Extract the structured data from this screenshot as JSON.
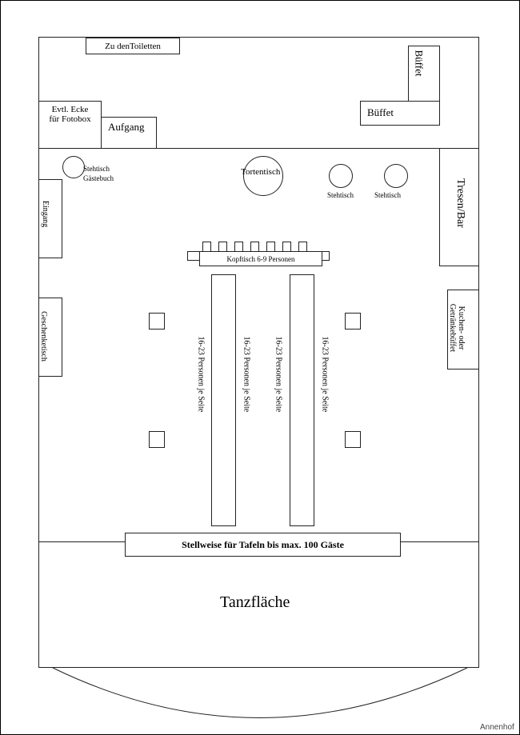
{
  "labels": {
    "toilets": "Zu denToiletten",
    "buffet_vertical": "Büffet",
    "buffet_horizontal": "Büffet",
    "photo_corner_line1": "Evtl. Ecke",
    "photo_corner_line2": "für Fotobox",
    "stairs": "Aufgang",
    "guestbook_line1": "Stehtisch",
    "guestbook_line2": "Gästebuch",
    "cake_table": "Tortentisch",
    "standing_table_1": "Stehtisch",
    "standing_table_2": "Stehtisch",
    "bar": "Tresen/Bar",
    "entrance": "Eingang",
    "head_table": "Kopftisch 6-9 Personen",
    "gift_table": "Geschenketisch",
    "cake_buffet_line1": "Kuchen- oder",
    "cake_buffet_line2": "Getränkebüffet",
    "table_side_1": "16-23 Personen je Seite",
    "table_side_2": "16-23 Personen je Seite",
    "table_side_3": "16-23 Personen je Seite",
    "table_side_4": "16-23 Personen je Seite",
    "capacity_note": "Stellweise für Tafeln bis max. 100 Gäste",
    "dance_floor": "Tanzfläche",
    "watermark": "Annenhof"
  }
}
